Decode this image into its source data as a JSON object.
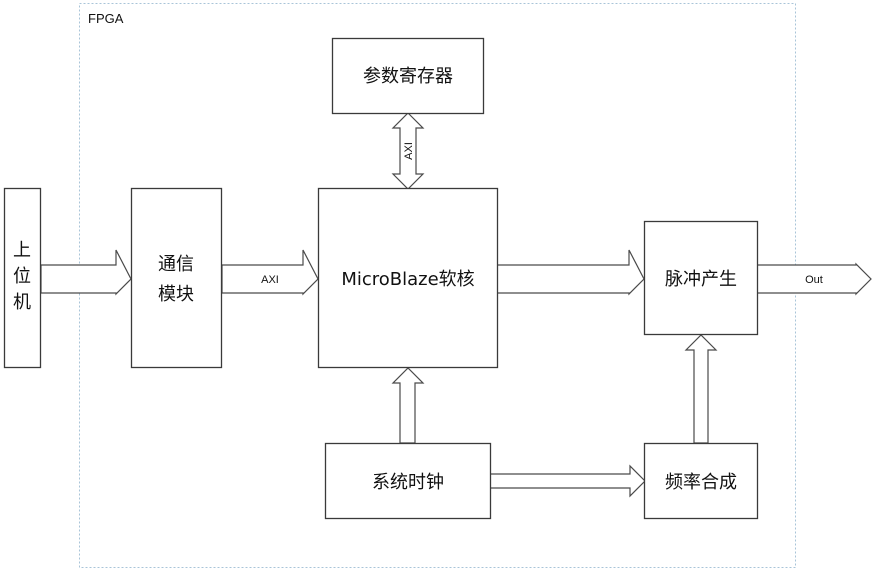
{
  "diagram": {
    "container": {
      "label": "FPGA"
    },
    "blocks": {
      "host": {
        "label_lines": [
          "上",
          "位",
          "机"
        ]
      },
      "comm": {
        "label_lines": [
          "通信",
          "模块"
        ]
      },
      "param_reg": {
        "label": "参数寄存器"
      },
      "microblaze": {
        "label": "MicroBlaze软核"
      },
      "pulse_gen": {
        "label": "脉冲产生"
      },
      "sys_clock": {
        "label": "系统时钟"
      },
      "freq_synth": {
        "label": "频率合成"
      }
    },
    "connections": [
      {
        "from": "host",
        "to": "comm",
        "label": ""
      },
      {
        "from": "comm",
        "to": "microblaze",
        "label": "AXI"
      },
      {
        "from": "param_reg",
        "to": "microblaze",
        "label": "AXI",
        "bidirectional": true
      },
      {
        "from": "microblaze",
        "to": "pulse_gen",
        "label": ""
      },
      {
        "from": "pulse_gen",
        "to": "output",
        "label": "Out"
      },
      {
        "from": "sys_clock",
        "to": "microblaze",
        "label": ""
      },
      {
        "from": "sys_clock",
        "to": "freq_synth",
        "label": ""
      },
      {
        "from": "freq_synth",
        "to": "pulse_gen",
        "label": ""
      }
    ]
  }
}
